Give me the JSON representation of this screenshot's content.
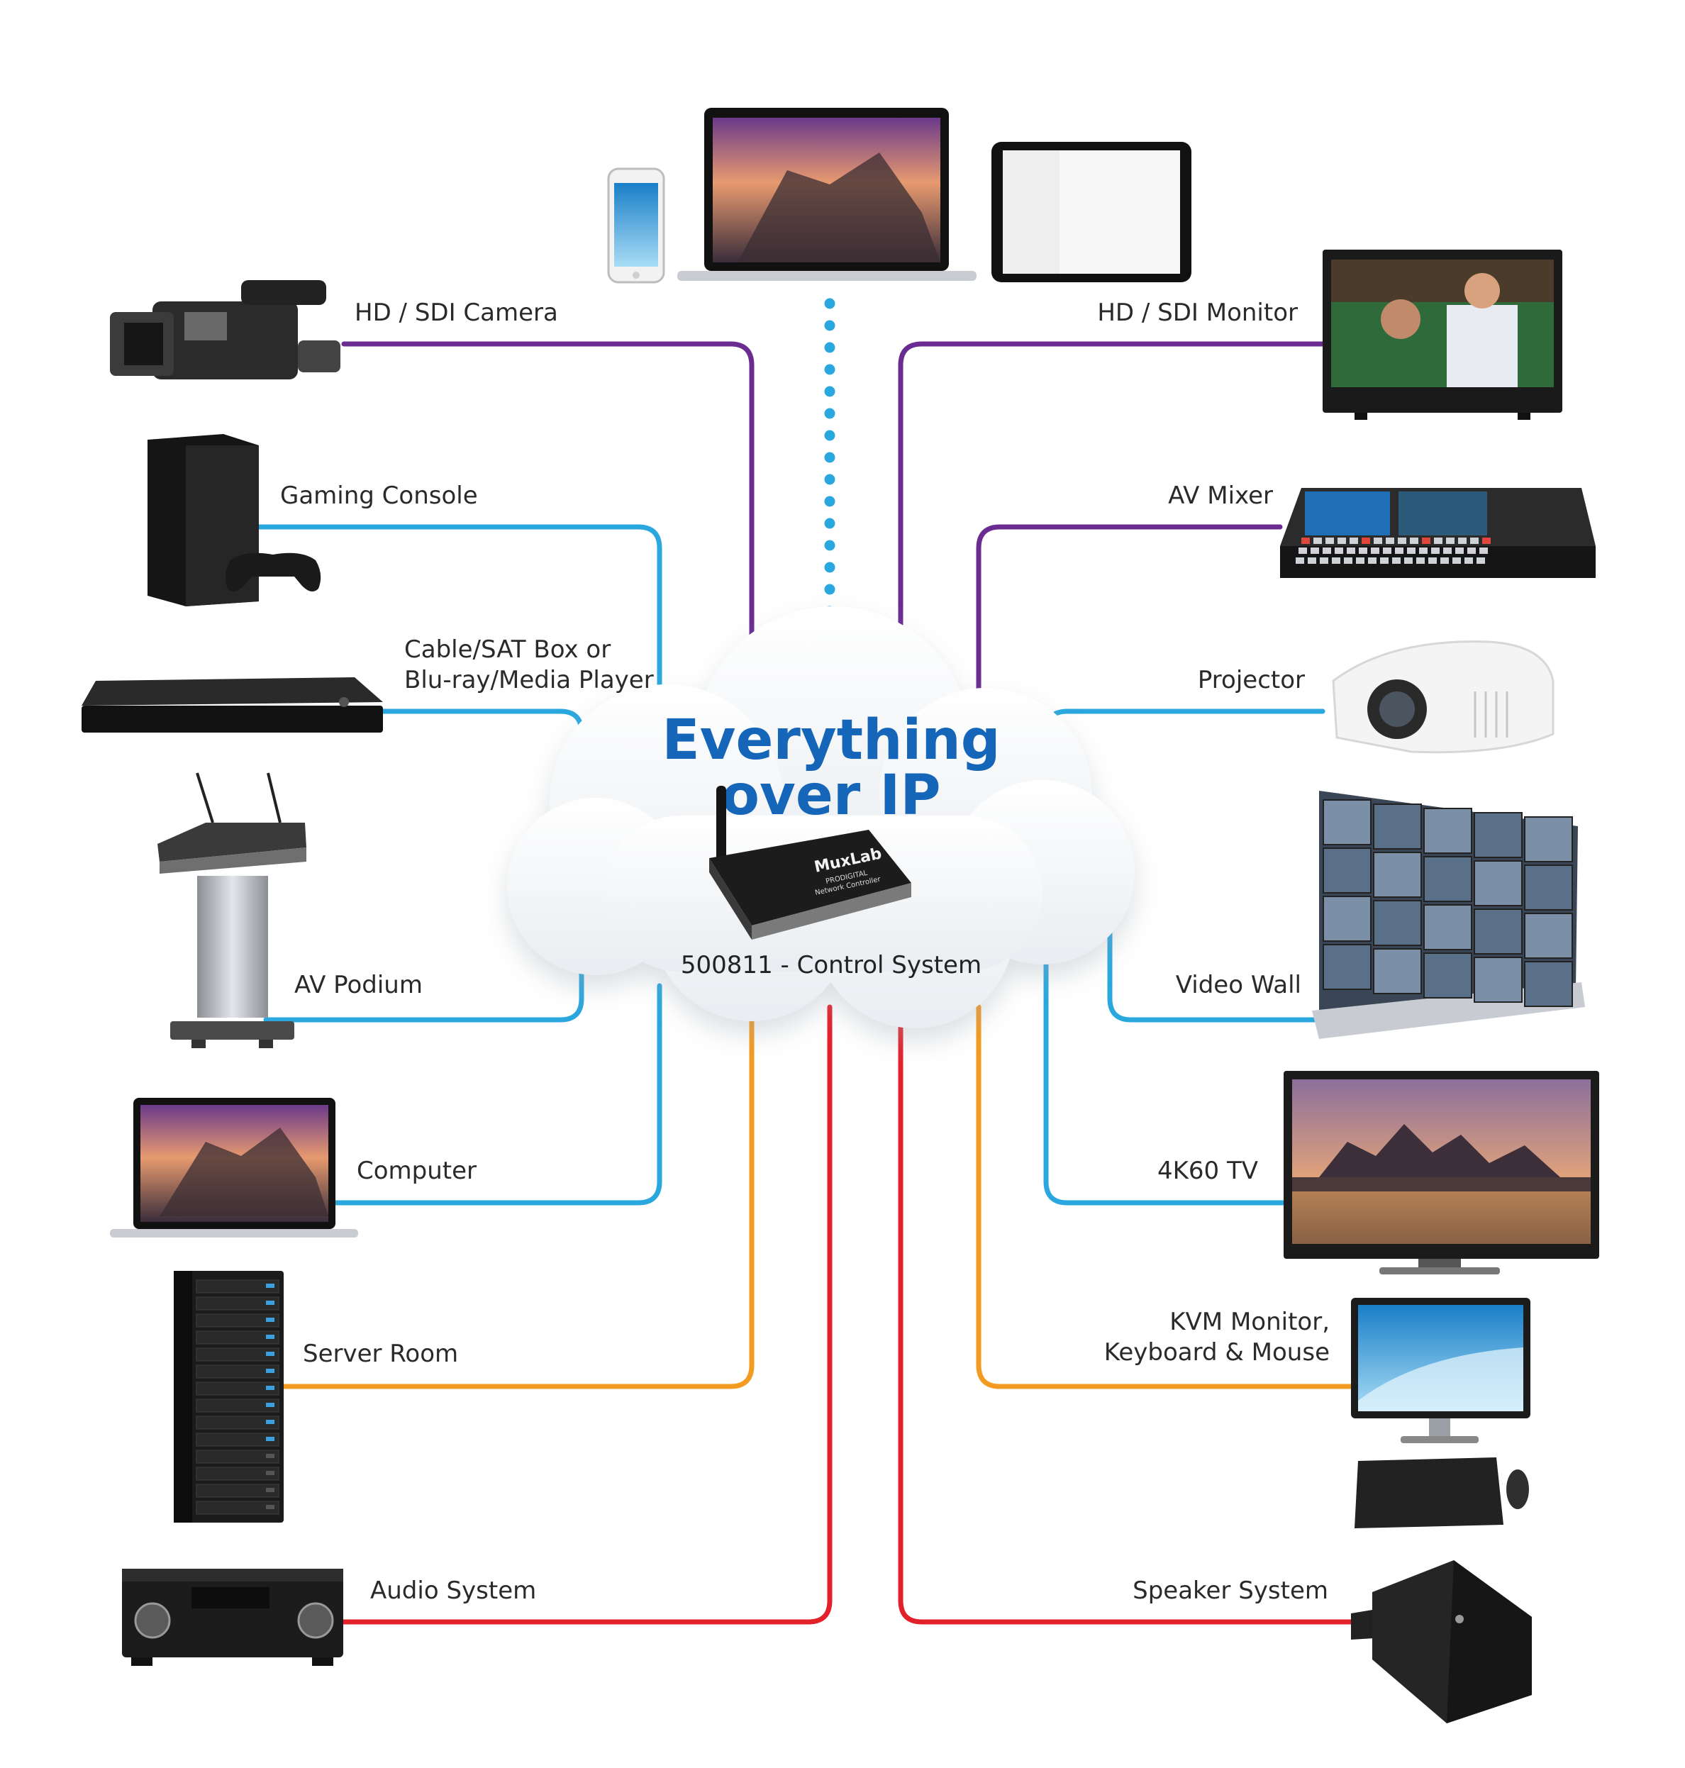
{
  "colors": {
    "purple": "#6a2c91",
    "blue": "#2aa7df",
    "orange": "#f39a21",
    "red": "#e3212b",
    "cloud": "#f4f6f8",
    "title": "#1565b8",
    "dots": "#2aa7df"
  },
  "center": {
    "title_line1": "Everything",
    "title_line2": "over IP",
    "device_brand": "MuxLab",
    "device_subbrand": "PRODIGITAL",
    "device_model": "Network Controller",
    "caption": "500811 - Control System"
  },
  "top_devices": [
    {
      "name": "smartphone"
    },
    {
      "name": "laptop"
    },
    {
      "name": "tablet"
    }
  ],
  "left_devices": [
    {
      "label": "HD / SDI Camera",
      "icon": "video-camera-icon",
      "line": "purple"
    },
    {
      "label": "Gaming Console",
      "icon": "game-console-icon",
      "line": "blue"
    },
    {
      "label": "Cable/SAT Box or",
      "label2": "Blu-ray/Media Player",
      "icon": "set-top-box-icon",
      "line": "blue"
    },
    {
      "label": "AV Podium",
      "icon": "podium-icon",
      "line": "blue"
    },
    {
      "label": "Computer",
      "icon": "laptop-icon",
      "line": "blue"
    },
    {
      "label": "Server Room",
      "icon": "server-rack-icon",
      "line": "orange"
    },
    {
      "label": "Audio System",
      "icon": "av-receiver-icon",
      "line": "red"
    }
  ],
  "right_devices": [
    {
      "label": "HD / SDI Monitor",
      "icon": "monitor-icon",
      "line": "purple"
    },
    {
      "label": "AV Mixer",
      "icon": "av-mixer-icon",
      "line": "purple"
    },
    {
      "label": "Projector",
      "icon": "projector-icon",
      "line": "blue"
    },
    {
      "label": "Video Wall",
      "icon": "video-wall-icon",
      "line": "blue"
    },
    {
      "label": "4K60 TV",
      "icon": "tv-icon",
      "line": "blue"
    },
    {
      "label": "KVM Monitor,",
      "label2": "Keyboard & Mouse",
      "icon": "kvm-icon",
      "line": "orange"
    },
    {
      "label": "Speaker System",
      "icon": "speaker-icon",
      "line": "red"
    }
  ]
}
